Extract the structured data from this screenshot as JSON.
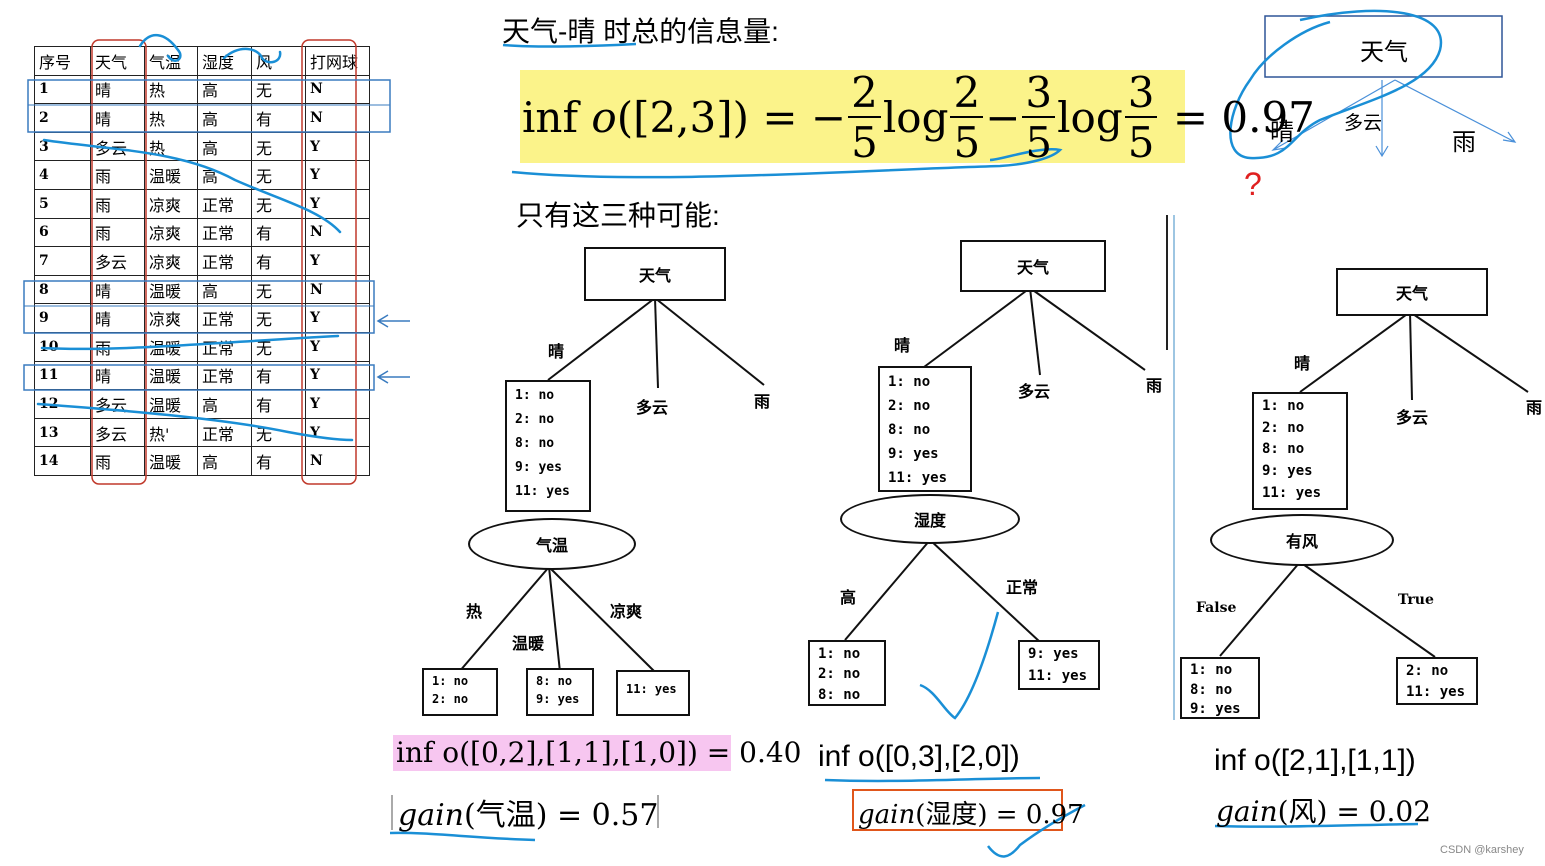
{
  "table": {
    "headers": [
      "序号",
      "天气",
      "气温",
      "湿度",
      "风",
      "打网球"
    ],
    "rows": [
      [
        "1",
        "晴",
        "热",
        "高",
        "无",
        "N"
      ],
      [
        "2",
        "晴",
        "热",
        "高",
        "有",
        "N"
      ],
      [
        "3",
        "多云",
        "热",
        "高",
        "无",
        "Y"
      ],
      [
        "4",
        "雨",
        "温暖",
        "高",
        "无",
        "Y"
      ],
      [
        "5",
        "雨",
        "凉爽",
        "正常",
        "无",
        "Y"
      ],
      [
        "6",
        "雨",
        "凉爽",
        "正常",
        "有",
        "N"
      ],
      [
        "7",
        "多云",
        "凉爽",
        "正常",
        "有",
        "Y"
      ],
      [
        "8",
        "晴",
        "温暖",
        "高",
        "无",
        "N"
      ],
      [
        "9",
        "晴",
        "凉爽",
        "正常",
        "无",
        "Y"
      ],
      [
        "10",
        "雨",
        "温暖",
        "正常",
        "无",
        "Y"
      ],
      [
        "11",
        "晴",
        "温暖",
        "正常",
        "有",
        "Y"
      ],
      [
        "12",
        "多云",
        "温暖",
        "高",
        "有",
        "Y"
      ],
      [
        "13",
        "多云",
        "热'",
        "正常",
        "无",
        "Y"
      ],
      [
        "14",
        "雨",
        "温暖",
        "高",
        "有",
        "N"
      ]
    ]
  },
  "heading_info": "天气-晴 时总的信息量:",
  "main_formula": {
    "lhs_func": "inf",
    "lhs_o": "o",
    "lhs_arg": "([2,3]) = −",
    "n1": "2",
    "d1": "5",
    "log1": "log",
    "n2": "2",
    "d2": "5",
    "minus": "−",
    "n3": "3",
    "d3": "5",
    "log2": "log",
    "n4": "3",
    "d4": "5",
    "result": "= 0.97"
  },
  "heading_three": "只有这三种可能:",
  "top_right_tree": {
    "root": "天气",
    "branches": [
      "晴",
      "多云",
      "雨"
    ],
    "question": "?"
  },
  "tree1": {
    "root": "天气",
    "branches": [
      "晴",
      "多云",
      "雨"
    ],
    "leaf_sunny": [
      "1:  no",
      "2:  no",
      "8:  no",
      "9:  yes",
      "11: yes"
    ],
    "split": "气温",
    "split_branches": [
      "热",
      "温暖",
      "凉爽"
    ],
    "leaves": [
      [
        "1:  no",
        "2:  no"
      ],
      [
        "8:  no",
        "9:  yes"
      ],
      [
        "11: yes"
      ]
    ]
  },
  "tree2": {
    "root": "天气",
    "branches": [
      "晴",
      "多云",
      "雨"
    ],
    "leaf_sunny": [
      "1:  no",
      "2:  no",
      "8:  no",
      "9:  yes",
      "11: yes"
    ],
    "split": "湿度",
    "split_branches": [
      "高",
      "正常"
    ],
    "leaves": [
      [
        "1:  no",
        "2:  no",
        "8:  no"
      ],
      [
        "9:  yes",
        "11: yes"
      ]
    ]
  },
  "tree3": {
    "root": "天气",
    "branches": [
      "晴",
      "多云",
      "雨"
    ],
    "leaf_sunny": [
      "1:  no",
      "2:  no",
      "8:  no",
      "9:  yes",
      "11: yes"
    ],
    "split": "有风",
    "split_branches": [
      "False",
      "True"
    ],
    "leaves": [
      [
        "1:  no",
        "8:  no",
        "9:  yes"
      ],
      [
        "2:  no",
        "11: yes"
      ]
    ]
  },
  "formulas": {
    "info1": "inf o([0,2],[1,1],[1,0]) = 0.40",
    "gain1_f": "gain",
    "gain1_arg": "(气温) = 0.57",
    "info2": "inf o([0,3],[2,0])",
    "gain2_f": "gain",
    "gain2_arg": "(湿度) = 0.97",
    "info3": "inf o([2,1],[1,1])",
    "gain3_f": "gain",
    "gain3_arg": "(风) = 0.02"
  },
  "watermark": "CSDN @karshey",
  "colors": {
    "ink_blue": "#1a8fd6",
    "box_blue": "#3a7bbf",
    "red_frame": "#c0392b",
    "orange_frame": "#e0561b",
    "yellow_highlight": "#fbf38a",
    "pink_highlight": "#f7c6f0",
    "question_red": "#e02020"
  }
}
